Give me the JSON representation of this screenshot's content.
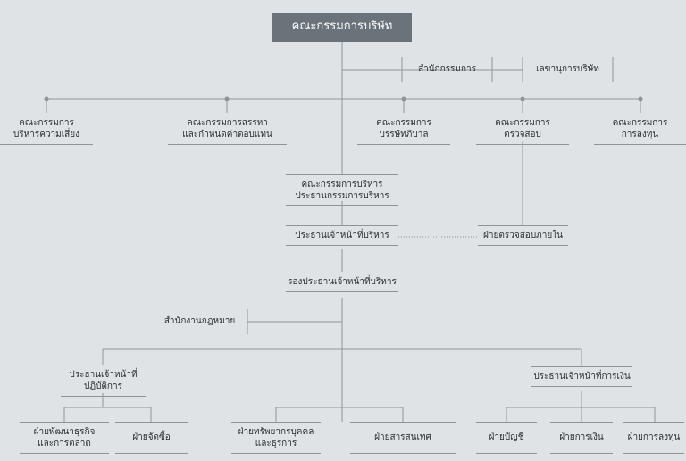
{
  "top": "คณะกรรมการบริษัท",
  "office_committee": "สำนักกรรมการ",
  "company_secretary": "เลขานุการบริษัท",
  "committees": [
    [
      "คณะกรรมการ",
      "บริหารความเสี่ยง"
    ],
    [
      "คณะกรรมการสรรหา",
      "และกำหนดค่าตอบแทน"
    ],
    [
      "คณะกรรมการ",
      "บรรษัทภิบาล"
    ],
    [
      "คณะกรรมการ",
      "ตรวจสอบ"
    ],
    [
      "คณะกรรมการ",
      "การลงทุน"
    ]
  ],
  "executive_committee": [
    "คณะกรรมการบริหาร",
    "ประธานกรรมการบริหาร"
  ],
  "ceo": "ประธานเจ้าหน้าที่บริหาร",
  "internal_audit": "ฝ่ายตรวจสอบภายใน",
  "deputy_ceo": "รองประธานเจ้าหน้าที่บริหาร",
  "legal_office": "สำนักงานกฎหมาย",
  "coo": [
    "ประธานเจ้าหน้าที่",
    "ปฏิบัติการ"
  ],
  "cfo": "ประธานเจ้าหน้าที่การเงิน",
  "departments": {
    "business_dev": [
      "ฝ่ายพัฒนาธุรกิจ",
      "และการตลาด"
    ],
    "procurement": "ฝ่ายจัดซื้อ",
    "hr": [
      "ฝ่ายทรัพยากรบุคคล",
      "และธุรการ"
    ],
    "it": "ฝ่ายสารสนเทศ",
    "accounting": "ฝ่ายบัญชี",
    "finance": "ฝ่ายการเงิน",
    "investment": "ฝ่ายการลงทุน"
  },
  "colors": {
    "background": "#dfe3e6",
    "top_box": "#6b737a",
    "line": "#8d959b",
    "text": "#2b2f33"
  }
}
